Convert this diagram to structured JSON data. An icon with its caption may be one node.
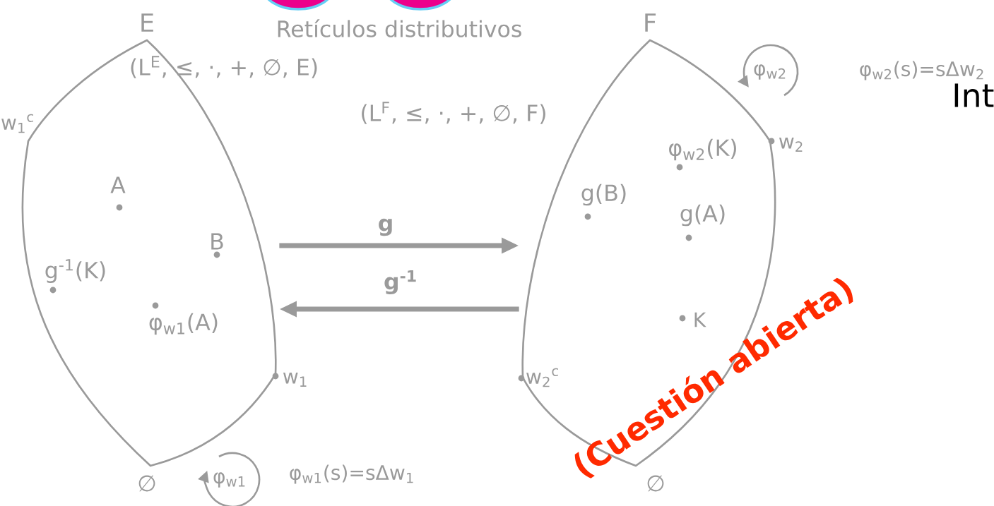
{
  "diagram": {
    "nodes": [
      {
        "text": [
          "E"
        ]
      },
      {
        "text": [
          "F"
        ]
      }
    ],
    "edges": [
      {
        "from": 0,
        "to": 1,
        "arrow": "to",
        "label": "g"
      },
      {
        "from": 1,
        "to": 0,
        "arrow": "to",
        "label": "g$^{-1}$"
      }
    ],
    "labels": [
      "Retículos distributivos",
      "(L$^{E}$, ≤, ·, +, ∅, E)",
      "(L$^{F}$, ≤, ·, +, ∅, F)",
      "w$_{1}$$^{c}$",
      "A",
      "B",
      "g$^{-1}$(K)",
      "φ$_{w1}$(A)",
      "w$_{1}$",
      "∅",
      "φ$_{w1}$",
      "φ$_{w1}$(s)=sΔw$_{1}$",
      "φ$_{w2}$",
      "φ$_{w2}$(s)=sΔw$_{2}$",
      "Int",
      "w$_{2}$",
      "φ$_{w2}$(K)",
      "g(B)",
      "g(A)",
      "K",
      "w$_{2}$$^{c}$",
      "∅",
      "(Cuestión abierta)"
    ]
  }
}
